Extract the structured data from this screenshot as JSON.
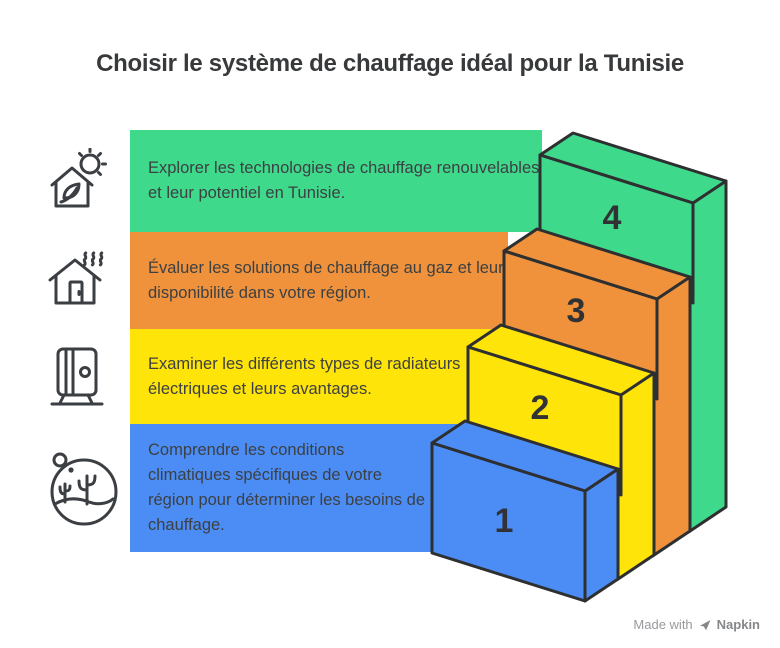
{
  "title": "Choisir le système de chauffage idéal pour la Tunisie",
  "bands": [
    {
      "number": "4",
      "text": "Explorer les technologies de chauffage renouvelables\net leur potentiel en Tunisie.",
      "color_key": "green",
      "icon": "eco-house-sun-icon"
    },
    {
      "number": "3",
      "text": "Évaluer les solutions de chauffage au gaz et leur\ndisponibilité dans votre région.",
      "color_key": "orange",
      "icon": "heating-house-icon"
    },
    {
      "number": "2",
      "text": "Examiner les différents types de radiateurs\nélectriques et leurs avantages.",
      "color_key": "yellow",
      "icon": "radiator-icon"
    },
    {
      "number": "1",
      "text": "Comprendre les conditions\nclimatiques spécifiques de votre\nrégion pour déterminer les besoins de\nchauffage.",
      "color_key": "blue",
      "icon": "desert-climate-icon"
    }
  ],
  "colors": {
    "green": "#3FD98C",
    "orange": "#F0923C",
    "yellow": "#FFE40A",
    "blue": "#4C8DF5",
    "outline": "#2E2F31",
    "text": "#3C4043",
    "title": "#37393B",
    "watermark": "#97999C"
  },
  "watermark": {
    "made_with": "Made with",
    "brand": "Napkin"
  }
}
